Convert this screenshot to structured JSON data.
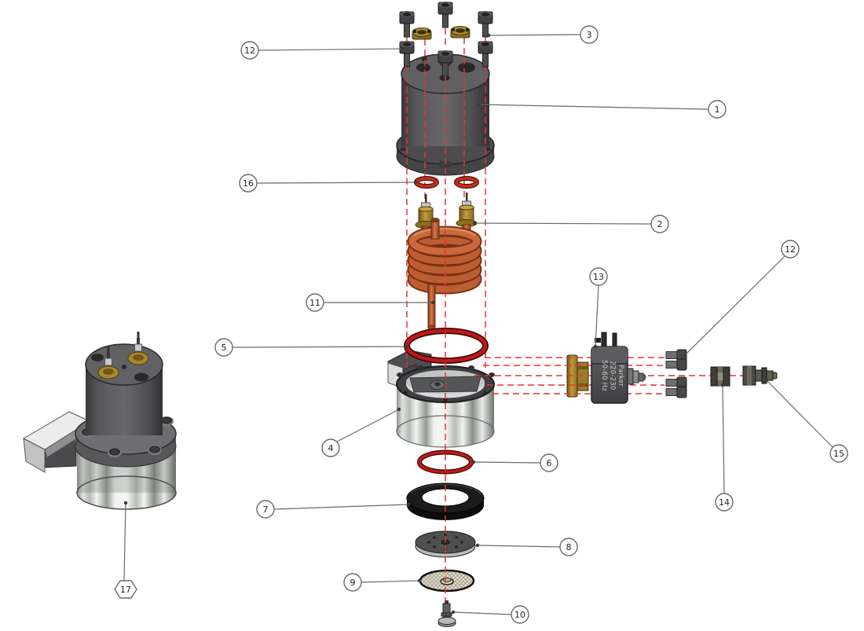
{
  "document": {
    "type": "exploded-parts-diagram",
    "background": "#ffffff"
  },
  "callouts": {
    "c1": "1",
    "c2": "2",
    "c3": "3",
    "c4": "4",
    "c5": "5",
    "c6": "6",
    "c7": "7",
    "c8": "8",
    "c9": "9",
    "c10": "10",
    "c11": "11",
    "c12_left": "12",
    "c12_right": "12",
    "c13": "13",
    "c14": "14",
    "c15": "15",
    "c16": "16",
    "c17": "17"
  },
  "valve_label": {
    "line1": "Parker",
    "line2": "220-230",
    "line3": "50-60 Hz"
  },
  "colors": {
    "axis_red": "#e53434",
    "leader_gray": "#6a6a6a",
    "brass": "#a8862e",
    "copper": "#b4552c",
    "oring_red": "#c01818",
    "body_dark_gray": "#58585a",
    "gasket_black": "#111111"
  }
}
